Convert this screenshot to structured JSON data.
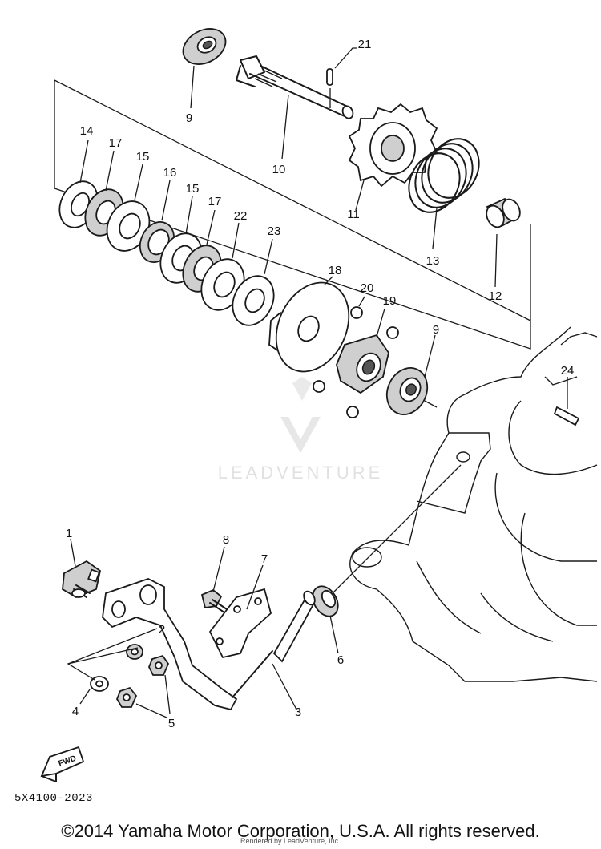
{
  "diagram": {
    "part_numbers": [
      "1",
      "2",
      "3",
      "4",
      "5",
      "6",
      "7",
      "8",
      "9",
      "9",
      "10",
      "11",
      "12",
      "13",
      "14",
      "15",
      "15",
      "16",
      "17",
      "17",
      "18",
      "19",
      "20",
      "21",
      "22",
      "23",
      "24"
    ],
    "fwd_label": "FWD",
    "diagram_code": "5X4100-2023",
    "watermark": "LEADVENTURE",
    "copyright": "©2014 Yamaha Motor Corporation, U.S.A. All rights reserved.",
    "rendered_by": "Rendered by LeadVenture, Inc."
  }
}
